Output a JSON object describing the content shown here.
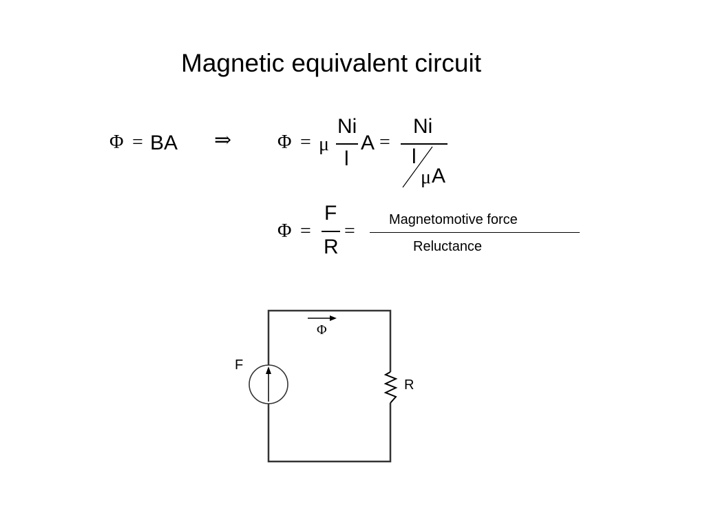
{
  "slide": {
    "title": "Magnetic equivalent circuit"
  },
  "equations": {
    "eq1": {
      "phi": "Φ",
      "eq": "=",
      "rhs": "BA"
    },
    "implies": "⇒",
    "eq2": {
      "phi": "Φ",
      "eq1": "=",
      "mu": "μ",
      "num": "Ni",
      "den": "l",
      "a": "A",
      "eq2": "=",
      "num2": "Ni",
      "den2_top": "l",
      "den2_bottom_mu": "μ",
      "den2_bottom_a": "A"
    },
    "eq3": {
      "phi": "Φ",
      "eq1": "=",
      "num": "F",
      "den": "R",
      "eq2": "=",
      "word_num": "Magnetomotive force",
      "word_den": "Reluctance"
    }
  },
  "circuit": {
    "source_label": "F",
    "resistor_label": "R",
    "flux_label": "Φ"
  },
  "colors": {
    "ink": "#000000",
    "background": "#ffffff"
  }
}
